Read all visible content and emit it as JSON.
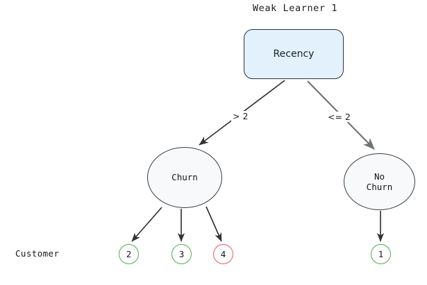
{
  "title": "Weak Learner 1",
  "root": {
    "label": "Recency",
    "fill": "#e2f1fc",
    "stroke": "#2b3440"
  },
  "branches": [
    {
      "label": "> 2",
      "color": "#333333"
    },
    {
      "label": "<= 2",
      "color": "#777777"
    }
  ],
  "nodes": {
    "left": {
      "label": "Churn"
    },
    "right": {
      "line1": "No",
      "line2": "Churn"
    }
  },
  "row": {
    "label": "Customer",
    "circles": [
      {
        "value": "2",
        "color": "#4caf50"
      },
      {
        "value": "3",
        "color": "#4caf50"
      },
      {
        "value": "4",
        "color": "#ee5a60"
      },
      {
        "value": "1",
        "color": "#4caf50"
      }
    ]
  }
}
